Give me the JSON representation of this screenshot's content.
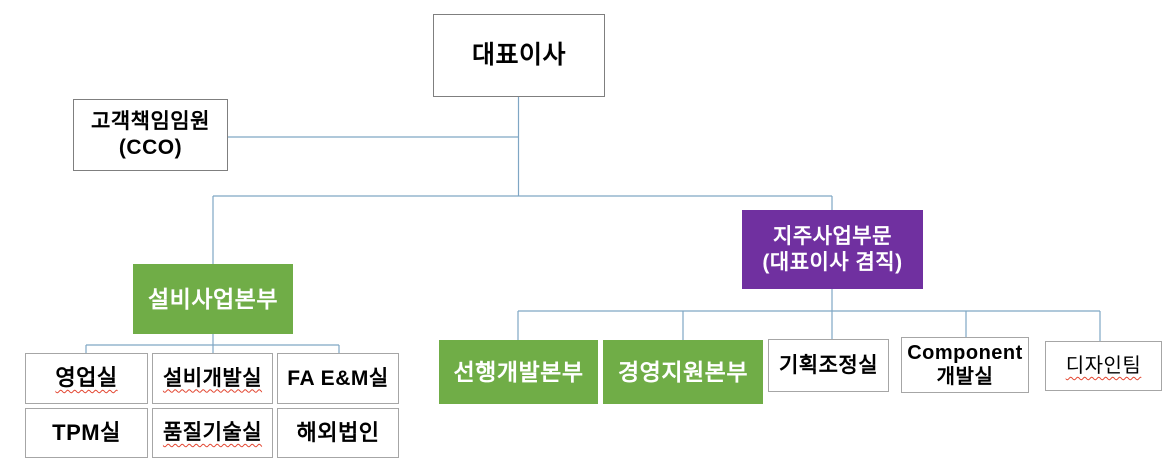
{
  "org_chart": {
    "ceo": {
      "label": "대표이사"
    },
    "cco": {
      "label": "고객책임임원",
      "sublabel": "(CCO)"
    },
    "facility_business_division": {
      "label": "설비사업본부"
    },
    "holding_business_division": {
      "label": "지주사업부문",
      "sublabel": "(대표이사 겸직)"
    },
    "advanced_development_division": {
      "label": "선행개발본부"
    },
    "management_support_division": {
      "label": "경영지원본부"
    },
    "planning_coordination_office": {
      "label": "기획조정실"
    },
    "component_development_office": {
      "label": "Component",
      "sublabel": "개발실"
    },
    "design_team": {
      "label": "디자인팀"
    },
    "sales_office": {
      "label": "영업실"
    },
    "facility_development_office": {
      "label": "설비개발실"
    },
    "fa_em_office": {
      "label": "FA E&M실"
    },
    "tpm_office": {
      "label": "TPM실"
    },
    "quality_technology_office": {
      "label": "품질기술실"
    },
    "overseas_subsidiaries": {
      "label": "해외법인"
    }
  },
  "colors": {
    "division_green": "#70AD47",
    "holding_purple": "#7030A0",
    "connector_blue": "#7FA6C4",
    "box_border_gray": "#7f7f7f",
    "light_border_gray": "#a6a6a6",
    "spellcheck_red": "#e2442f"
  }
}
